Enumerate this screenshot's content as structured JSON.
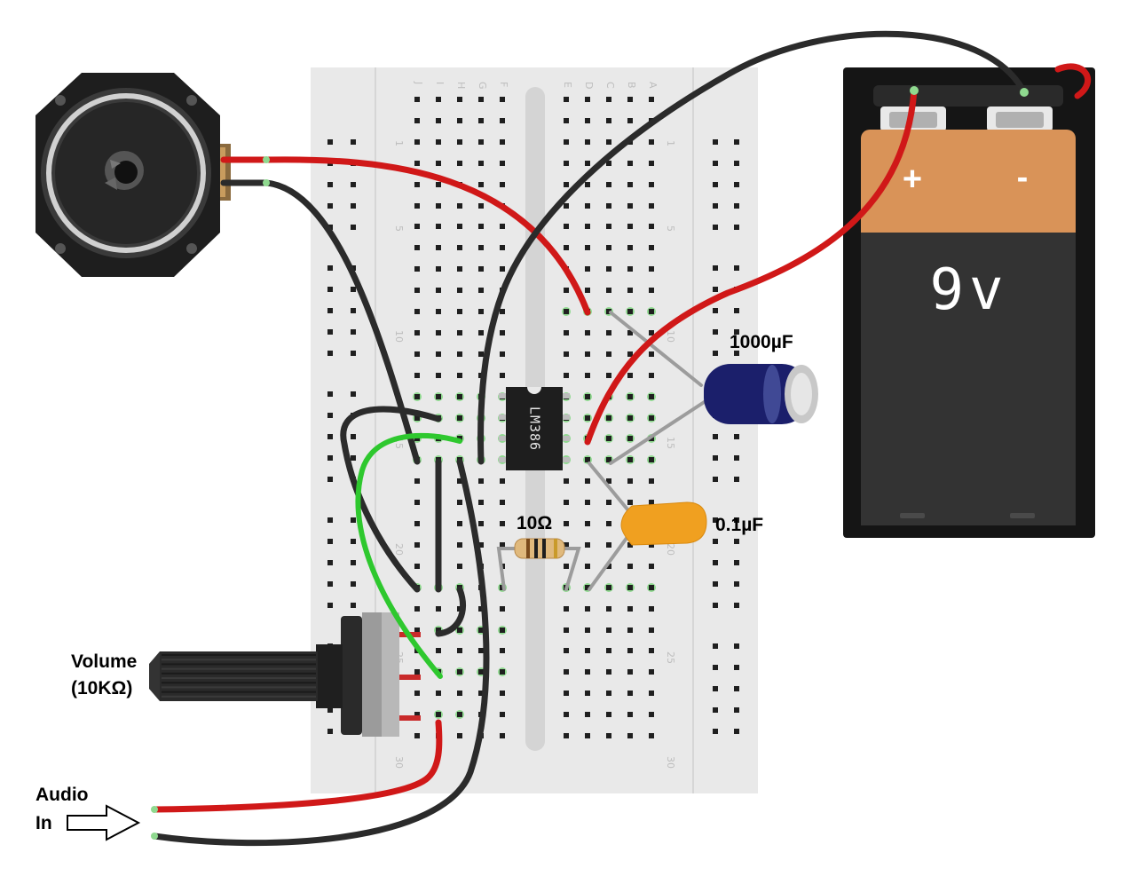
{
  "labels": {
    "cap_large": "1000µF",
    "cap_small": "0.1µF",
    "resistor": "10Ω",
    "ic": "LM386",
    "battery_voltage": "9v",
    "battery_plus": "+",
    "battery_minus": "-",
    "volume_line1": "Volume",
    "volume_line2": "(10KΩ)",
    "audio_line1": "Audio",
    "audio_line2": "In"
  },
  "breadboard": {
    "columns_left": [
      "J",
      "I",
      "H",
      "G",
      "F"
    ],
    "columns_right": [
      "E",
      "D",
      "C",
      "B",
      "A"
    ],
    "row_numbers": [
      "1",
      "5",
      "10",
      "15",
      "20",
      "25",
      "30"
    ]
  },
  "colors": {
    "wire_red": "#d01818",
    "wire_black": "#2b2b2b",
    "wire_green": "#2ec82e",
    "breadboard": "#e9e9e9",
    "hole": "#1f1f1f",
    "active_hole": "#8fd98f",
    "battery_copper": "#d99358",
    "cap_large": "#1b1f6b",
    "cap_small": "#f0a020"
  }
}
